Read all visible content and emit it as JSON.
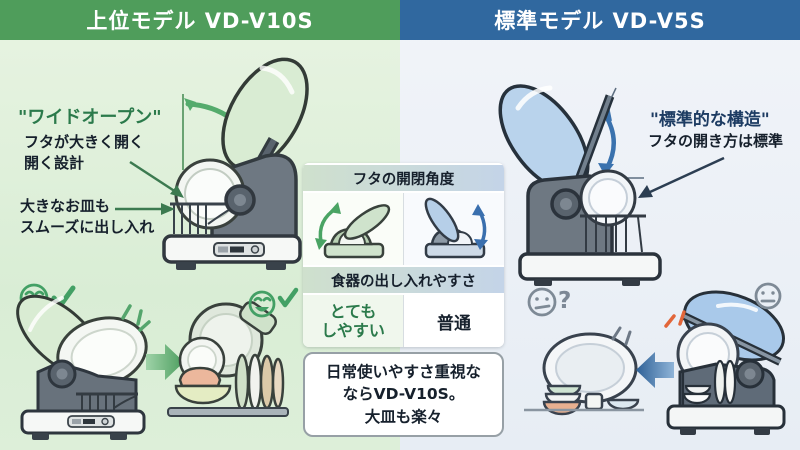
{
  "header": {
    "left": "上位モデル VD-V10S",
    "right": "標準モデル VD-V5S"
  },
  "left_panel": {
    "callout_title": "\"ワイドオープン\"",
    "feature1_line1": "フタが大きく開く",
    "feature1_line2": "開く設計",
    "feature2_line1": "大きなお皿も",
    "feature2_line2": "スムーズに出し入れ"
  },
  "right_panel": {
    "callout_title": "\"標準的な構造\"",
    "feature_line": "フタの開き方は標準",
    "question_mark": "?"
  },
  "comparison": {
    "row1_title": "フタの開閉角度",
    "row2_title": "食器の出し入れやすさ",
    "left_rating_line1": "とても",
    "left_rating_line2": "しやすい",
    "right_rating": "普通"
  },
  "summary": {
    "line1": "日常使いやすさ重視な",
    "line2": "ならVD-V10S。",
    "line3": "大皿も楽々"
  },
  "colors": {
    "premium_accent": "#4f9d5b",
    "standard_accent": "#30689f",
    "premium_bg": "#dff0d9",
    "standard_bg": "#edf1f6",
    "premium_text": "#2b7a4b",
    "standard_text": "#1d3c63",
    "positive_rating_green": "#2b7a4b",
    "alert_orange": "#e2663a",
    "neutral_gray": "#7e8a96",
    "appliance_gray": "#6e7882",
    "premium_lid": "#d9ecd3",
    "standard_lid": "#b9d3ec"
  },
  "icons": {
    "happy_face": "smiling-face",
    "check": "checkmark",
    "neutral_face": "neutral-face",
    "wide_angle_arrow": "curved-double-arrow-green",
    "standard_angle_arrow": "curved-double-arrow-blue",
    "flow_right": "arrow-right-green",
    "flow_left": "arrow-left-blue"
  }
}
